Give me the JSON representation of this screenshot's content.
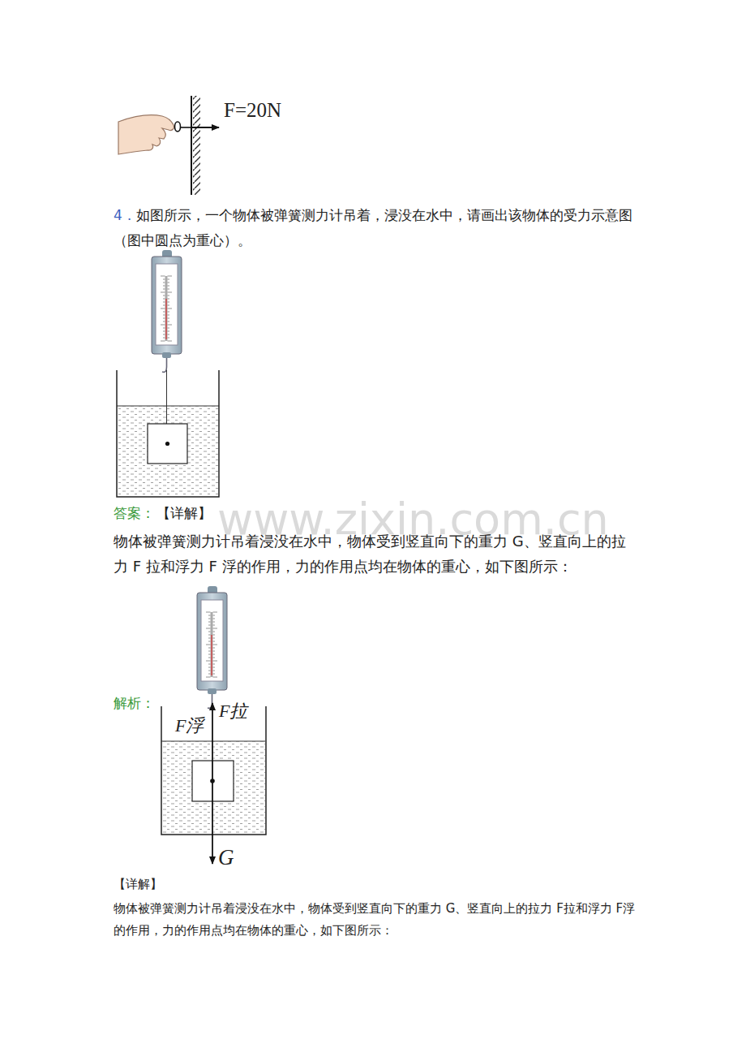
{
  "diagram": {
    "labels": [
      "F=20N",
      "4．",
      "如图所示，一个物体被弹簧测力计吊着，浸没在水中，请画出该物体的受力示意图（图中圆点为重心）。",
      "答案：",
      "【详解】",
      "物体被弹簧测力计吊着浸没在水中，物体受到竖直向下的重力 G、竖直向上的拉力 F 拉和浮力 F 浮的作用，力的作用点均在物体的重心，如下图所示：",
      "解析：",
      "F浮",
      "F拉",
      "G",
      "【详解】",
      "物体被弹簧测力计吊着浸没在水中，物体受到竖直向下的重力 G、竖直向上的拉力 F拉和浮力 F浮的作用，力的作用点均在物体的重心，如下图所示：",
      "www.zixin.com.cn"
    ]
  }
}
